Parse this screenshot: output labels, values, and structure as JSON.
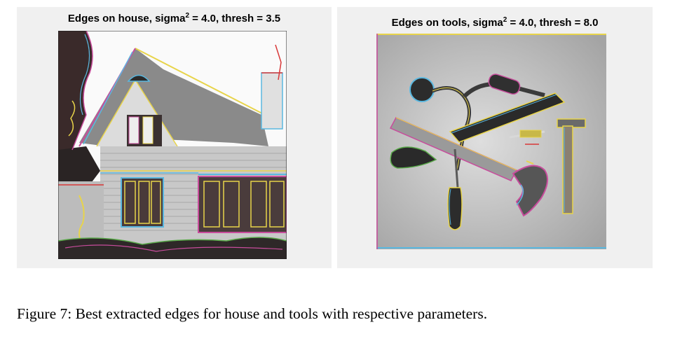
{
  "panels": [
    {
      "subject": "house",
      "title_prefix": "Edges on house, sigma",
      "title_exponent": "2",
      "title_suffix": " = 4.0, thresh = 3.5",
      "sigma_squared": 4.0,
      "thresh": 3.5
    },
    {
      "subject": "tools",
      "title_prefix": "Edges on tools, sigma",
      "title_exponent": "2",
      "title_suffix": " = 4.0, thresh = 8.0",
      "sigma_squared": 4.0,
      "thresh": 8.0
    }
  ],
  "caption": "Figure 7: Best extracted edges for house and tools with respective parameters.",
  "colors": {
    "panel_background": "#f0f0f0",
    "edge_yellow": "#e8d44a",
    "edge_cyan": "#5ab8e0",
    "edge_magenta": "#c84c9c",
    "edge_red": "#d83838",
    "edge_green": "#58a848"
  }
}
